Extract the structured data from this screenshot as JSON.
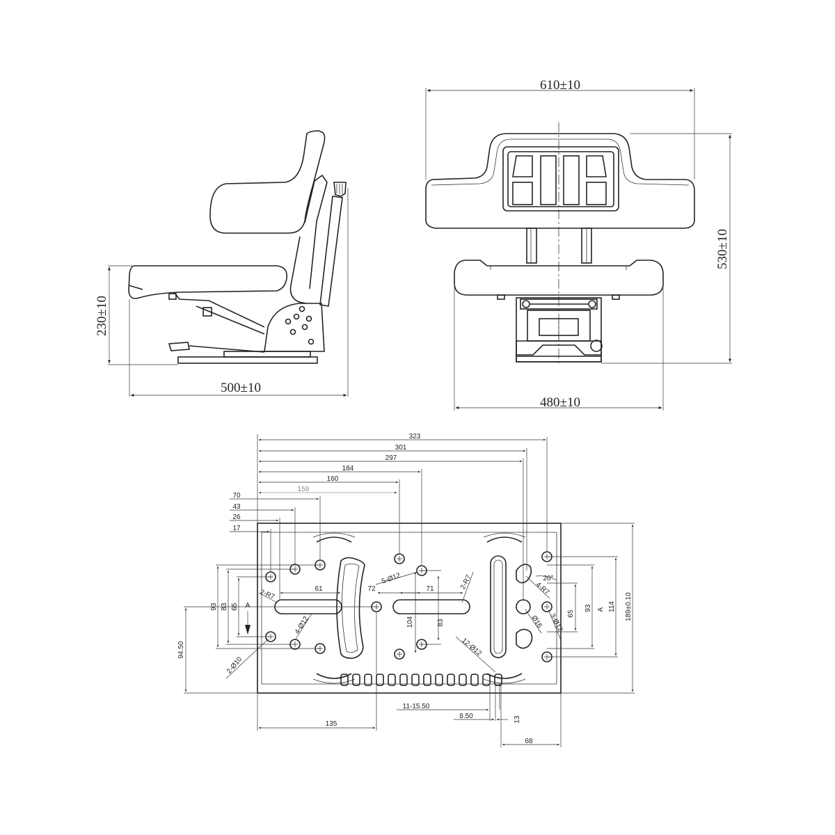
{
  "side_view": {
    "height_label": "230±10",
    "depth_label": "500±10"
  },
  "front_view": {
    "width_top_label": "610±10",
    "height_label": "530±10",
    "width_bottom_label": "480±10"
  },
  "base_plate": {
    "top_dims": [
      "323",
      "301",
      "297",
      "184",
      "160",
      "159",
      "70",
      "43",
      "26",
      "17"
    ],
    "inner_dims": {
      "d61": "61",
      "d72": "72",
      "d71": "71",
      "d104": "104",
      "d83c": "83",
      "d20deg": "20°"
    },
    "left_dims": {
      "d93": "93",
      "d83": "83",
      "d65": "65",
      "d9450": "94.50",
      "a": "A"
    },
    "right_dims": {
      "d65": "65",
      "d93": "93",
      "d114": "114",
      "d189": "189±0.10",
      "a": "A"
    },
    "bottom_dims": {
      "d1115": "11-15.50",
      "d850": "8.50",
      "d13": "13",
      "d135": "135",
      "d68": "68"
    },
    "callouts": {
      "r7_left": "2-R7",
      "phi12_4": "4-Ø12",
      "phi10_2": "2-Ø10",
      "phi12_5": "5-Ø12",
      "r7_center": "2-R7",
      "phi12_12": "12-Ø12",
      "r7_4": "4-R7",
      "phi16": "Ø16",
      "phi12_3": "3-Ø12"
    }
  }
}
